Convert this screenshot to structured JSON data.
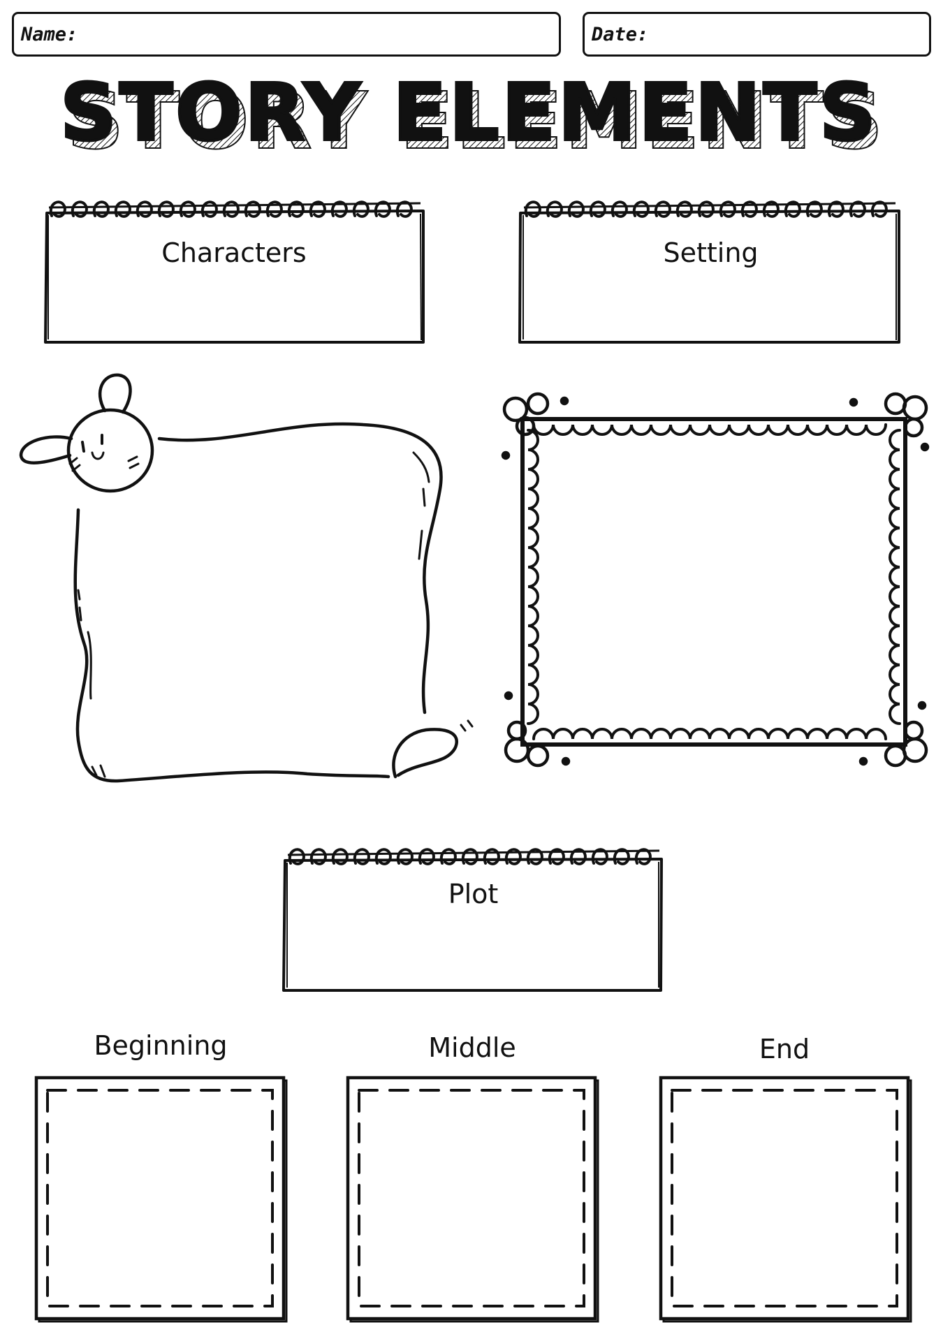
{
  "header": {
    "name_label": "Name:",
    "date_label": "Date:"
  },
  "title": "STORY ELEMENTS",
  "sections": {
    "characters": "Characters",
    "setting": "Setting",
    "plot": "Plot"
  },
  "plot_parts": {
    "beginning": "Beginning",
    "middle": "Middle",
    "end": "End"
  },
  "icons": [
    "spiral-binding-icon",
    "bunny-frame-icon",
    "scalloped-frame-icon"
  ]
}
